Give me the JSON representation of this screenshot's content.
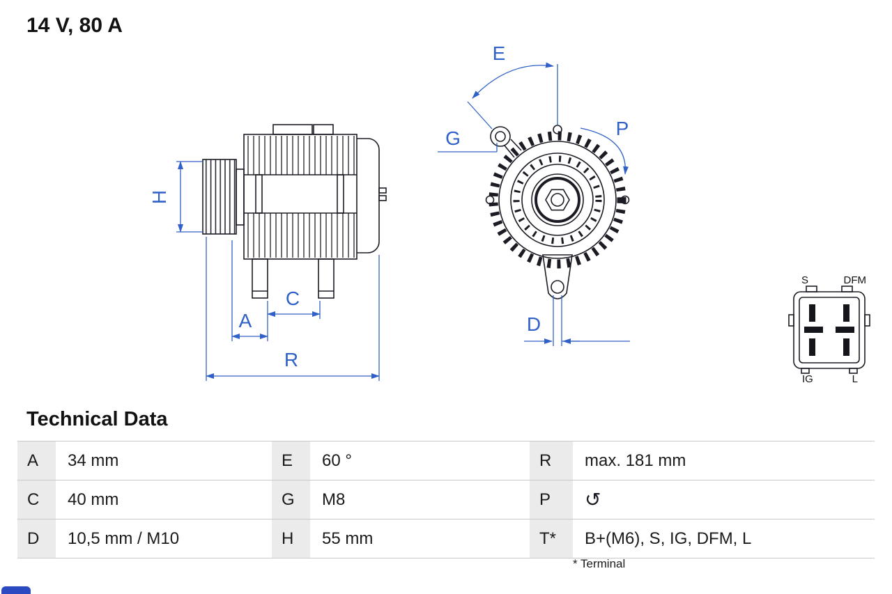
{
  "header": {
    "rating": "14 V, 80 A"
  },
  "section": {
    "title": "Technical Data",
    "footnote": "* Terminal"
  },
  "dims": {
    "H": "H",
    "A": "A",
    "C": "C",
    "R": "R",
    "E": "E",
    "G": "G",
    "P": "P",
    "D": "D"
  },
  "connector": {
    "pin_top_left": "S",
    "pin_top_right": "DFM",
    "pin_bottom_left": "IG",
    "pin_bottom_right": "L"
  },
  "icons": {
    "rotation_ccw": "↺"
  },
  "table": {
    "rows": [
      [
        {
          "k": "A",
          "v": "34 mm"
        },
        {
          "k": "E",
          "v": "60 °"
        },
        {
          "k": "R",
          "v": "max. 181 mm"
        }
      ],
      [
        {
          "k": "C",
          "v": "40 mm"
        },
        {
          "k": "G",
          "v": "M8"
        },
        {
          "k": "P",
          "v": ""
        }
      ],
      [
        {
          "k": "D",
          "v": "10,5 mm / M10"
        },
        {
          "k": "H",
          "v": "55 mm"
        },
        {
          "k": "T*",
          "v": "B+(M6), S, IG, DFM, L"
        }
      ]
    ]
  },
  "colors": {
    "dimension_blue": "#3061c8",
    "line_dark": "#1b1b24",
    "key_cell_bg": "#ebebeb",
    "accent_bar": "#2b49c0"
  }
}
